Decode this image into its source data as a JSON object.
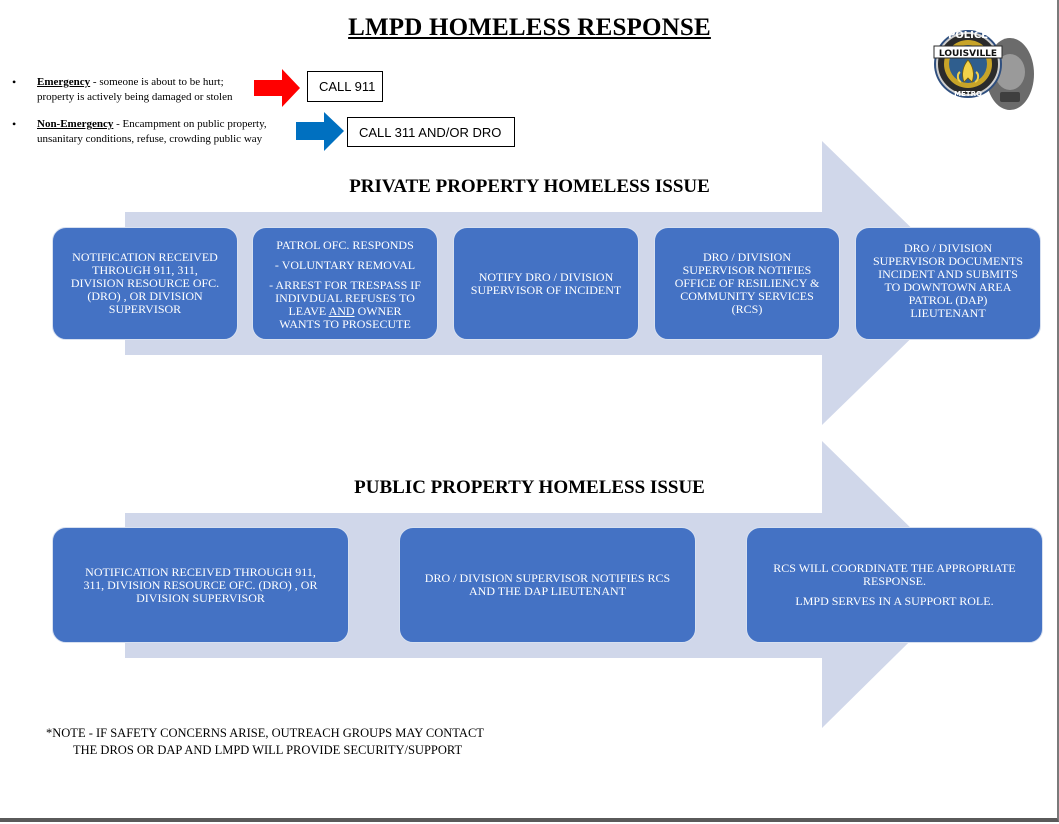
{
  "title": "LMPD HOMELESS RESPONSE",
  "legend": [
    {
      "term": "Emergency",
      "text_line1": " - someone is about to be hurt;",
      "text_line2": "property is actively being damaged or stolen",
      "arrow_color": "#ff0000",
      "action": "CALL 911"
    },
    {
      "term": "Non-Emergency",
      "text_line1": " - Encampment on public property,",
      "text_line2": "unsanitary conditions, refuse, crowding public way",
      "arrow_color": "#0070c0",
      "action": "CALL 311 AND/OR DRO"
    }
  ],
  "private_section": {
    "title": "PRIVATE PROPERTY HOMELESS ISSUE",
    "steps": [
      {
        "lines": [
          "NOTIFICATION RECEIVED",
          "THROUGH 911, 311,",
          "DIVISION RESOURCE OFC.",
          "(DRO) , OR DIVISION",
          "SUPERVISOR"
        ]
      },
      {
        "lines": [
          "PATROL OFC. RESPONDS"
        ],
        "sub_1": "- VOLUNTARY REMOVAL",
        "sub_2a": "- ARREST FOR TRESPASS IF",
        "sub_2b": "INDIVDUAL REFUSES TO",
        "sub_2c_pre": "LEAVE ",
        "sub_2c_and": "AND",
        "sub_2c_post": " OWNER",
        "sub_2d": "WANTS TO PROSECUTE"
      },
      {
        "lines": [
          "NOTIFY DRO / DIVISION",
          "SUPERVISOR OF INCIDENT"
        ]
      },
      {
        "lines": [
          "DRO / DIVISION",
          "SUPERVISOR NOTIFIES",
          "OFFICE OF RESILIENCY &",
          "COMMUNITY SERVICES",
          "(RCS)"
        ]
      },
      {
        "lines": [
          "DRO / DIVISION",
          "SUPERVISOR DOCUMENTS",
          "INCIDENT AND SUBMITS",
          "TO DOWNTOWN AREA",
          "PATROL (DAP)",
          "LIEUTENANT"
        ]
      }
    ]
  },
  "public_section": {
    "title": "PUBLIC PROPERTY HOMELESS ISSUE",
    "steps": [
      {
        "lines": [
          "NOTIFICATION RECEIVED THROUGH 911,",
          "311, DIVISION RESOURCE OFC. (DRO) , OR",
          "DIVISION SUPERVISOR"
        ]
      },
      {
        "lines": [
          "DRO / DIVISION SUPERVISOR NOTIFIES RCS",
          "AND THE DAP LIEUTENANT"
        ]
      },
      {
        "lines": [
          "RCS WILL COORDINATE THE APPROPRIATE",
          "RESPONSE."
        ],
        "extra": "LMPD SERVES IN A SUPPORT ROLE."
      }
    ]
  },
  "note": {
    "line1": "*NOTE - IF SAFETY CONCERNS ARISE, OUTREACH GROUPS MAY CONTACT",
    "line2": "THE DROS OR DAP AND LMPD WILL PROVIDE SECURITY/SUPPORT"
  },
  "badge": {
    "top_text": "POLICE",
    "banner_text": "LOUISVILLE",
    "bottom_text": "METRO"
  },
  "colors": {
    "box_fill": "#4472c4",
    "big_arrow_fill": "#d0d7ea",
    "emergency_arrow": "#ff0000",
    "non_emergency_arrow": "#0070c0"
  }
}
